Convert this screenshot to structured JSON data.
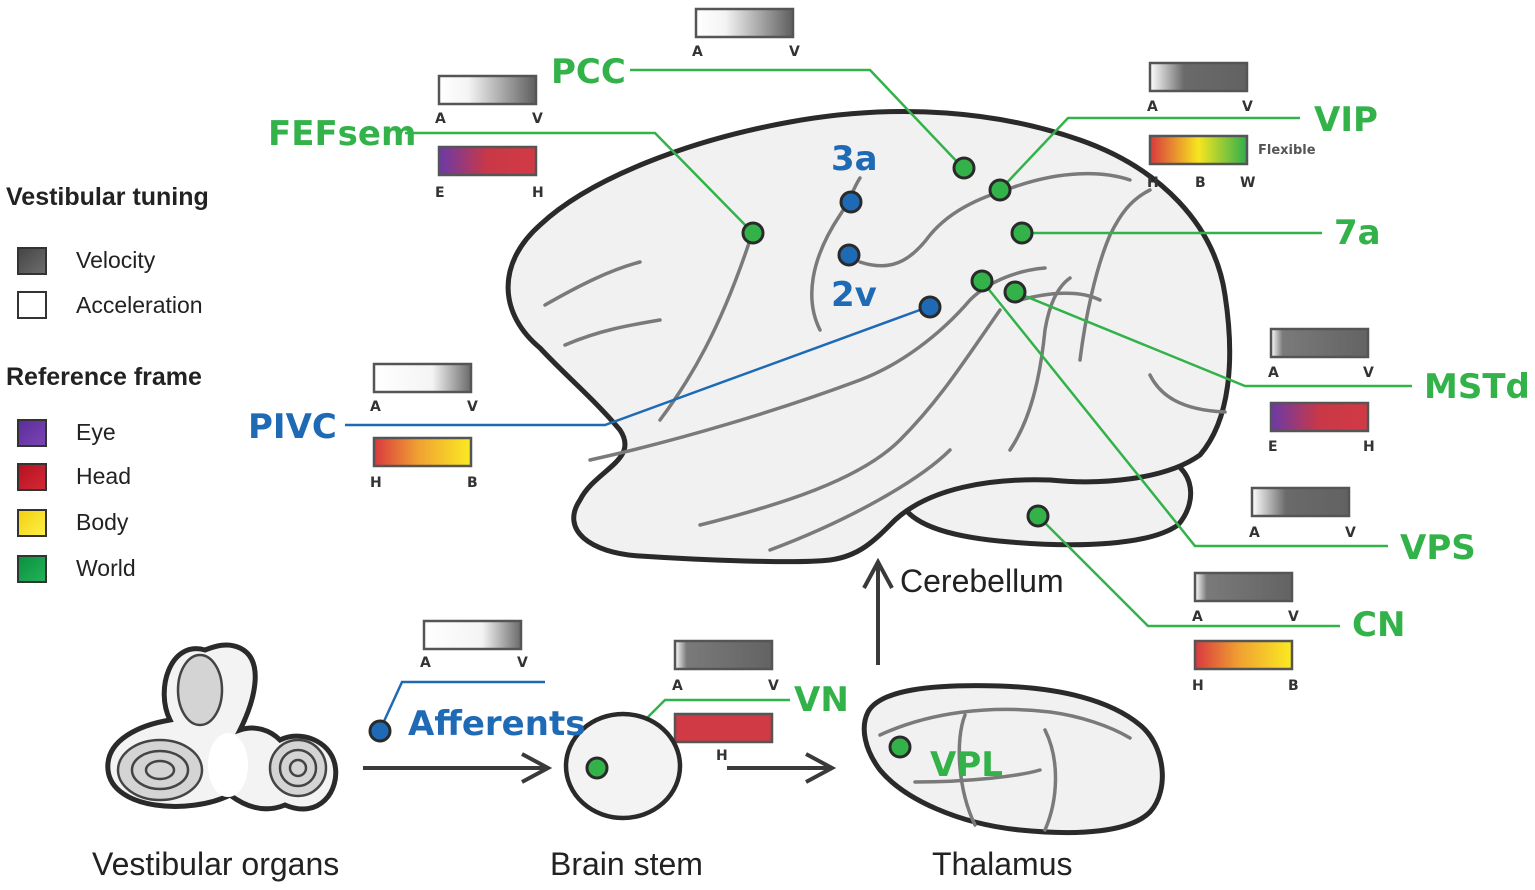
{
  "legend": {
    "tuning_title": "Vestibular tuning",
    "velocity": "Velocity",
    "acceleration": "Acceleration",
    "frame_title": "Reference frame",
    "eye": "Eye",
    "head": "Head",
    "body": "Body",
    "world": "World"
  },
  "colors": {
    "green": "#33b24a",
    "blue": "#1f6ab5",
    "eye": "#6a36a6",
    "head": "#c8202e",
    "body": "#f5dc1a",
    "world": "#14a04a",
    "velocity": "#5a5a5a",
    "acceleration": "#ffffff"
  },
  "regions": {
    "pcc": "PCC",
    "fefsem": "FEFsem",
    "vip": "VIP",
    "area_3a": "3a",
    "area_2v": "2v",
    "area_7a": "7a",
    "pivc": "PIVC",
    "mstd": "MSTd",
    "vps": "VPS",
    "cn": "CN",
    "afferents": "Afferents",
    "vn": "VN",
    "vpl": "VPL"
  },
  "structures": {
    "cerebellum": "Cerebellum",
    "vestibular_organs": "Vestibular organs",
    "brain_stem": "Brain stem",
    "thalamus": "Thalamus"
  },
  "ticks": {
    "A": "A",
    "V": "V",
    "E": "E",
    "H": "H",
    "B": "B",
    "W": "W"
  },
  "flexible": "Flexible"
}
